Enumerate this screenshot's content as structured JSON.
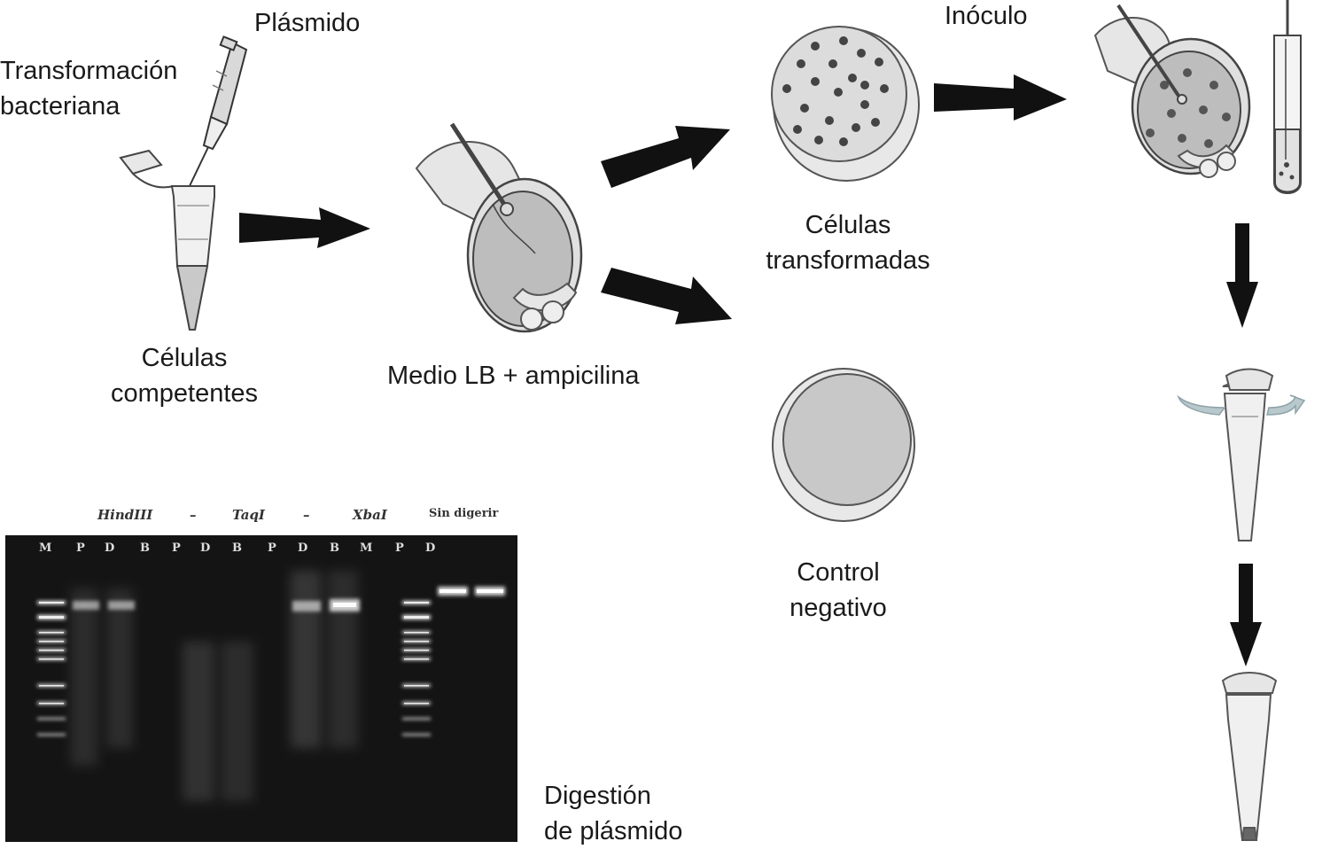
{
  "labels": {
    "plasmid": "Plásmido",
    "transformation_line1": "Transformación",
    "transformation_line2": "bacteriana",
    "competent_line1": "Células",
    "competent_line2": "competentes",
    "medium": "Medio LB + ampicilina",
    "transformed_line1": "Células",
    "transformed_line2": "transformadas",
    "inoculum": "Inóculo",
    "negative_line1": "Control",
    "negative_line2": "negativo",
    "digestion_line1": "Digestión",
    "digestion_line2": "de plásmido"
  },
  "gel": {
    "headers": [
      "HindIII",
      "–",
      "TaqI",
      "–",
      "XbaI",
      "Sin digerir"
    ],
    "lanes": [
      "M",
      "P",
      "D",
      "B",
      "P",
      "D",
      "B",
      "P",
      "D",
      "B",
      "M",
      "P",
      "D"
    ]
  },
  "colors": {
    "arrow": "#111111",
    "plate_fill": "#c8c8c8",
    "gel_bg": "#141414",
    "band": "#f2f2f2"
  }
}
